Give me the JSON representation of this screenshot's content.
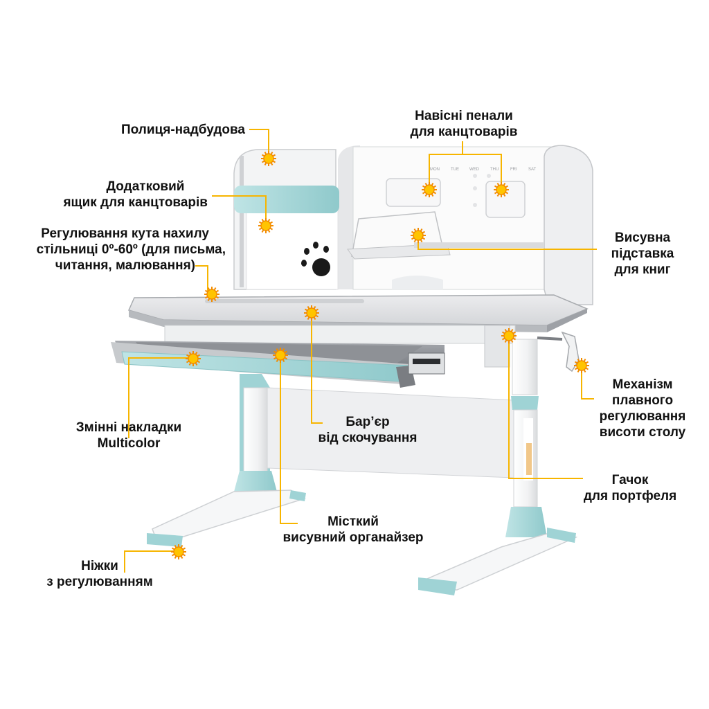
{
  "colors": {
    "accent_line": "#F7B500",
    "marker_fill": "#FFC400",
    "marker_ray": "#F28C00",
    "desk_blue": "#A9D9DA",
    "desk_blue_dark": "#86C4C6",
    "frame_white": "#F4F5F6",
    "tabletop_gray": "#DCDDDF",
    "edge_gray": "#9A9DA2",
    "text": "#111111"
  },
  "hutch_day_labels": [
    "MON",
    "TUE",
    "WED",
    "THU",
    "FRI",
    "SAT"
  ],
  "callouts": {
    "shelf": {
      "lines": [
        "Полиця-надбудова"
      ]
    },
    "pencil_cases": {
      "lines": [
        "Навісні пенали",
        "для канцтоварів"
      ]
    },
    "extra_drawer": {
      "lines": [
        "Додатковий",
        "ящик для канцтоварів"
      ]
    },
    "tilt": {
      "lines": [
        "Регулювання кута нахилу",
        "стільниці 0º-60º (для письма,",
        "читання, малювання)"
      ]
    },
    "book_stand": {
      "lines": [
        "Висувна",
        "підставка",
        "для книг"
      ]
    },
    "height_mechanism": {
      "lines": [
        "Механізм",
        "плавного",
        "регулювання",
        "висоти столу"
      ]
    },
    "overlays": {
      "lines": [
        "Змінні накладки",
        "Multicolor"
      ]
    },
    "barrier": {
      "lines": [
        "Бар’єр",
        "від скочування"
      ]
    },
    "bag_hook": {
      "lines": [
        "Гачок",
        "для портфеля"
      ]
    },
    "organizer": {
      "lines": [
        "Місткий",
        "висувний органайзер"
      ]
    },
    "legs": {
      "lines": [
        "Ніжки",
        "з регулюванням"
      ]
    }
  }
}
